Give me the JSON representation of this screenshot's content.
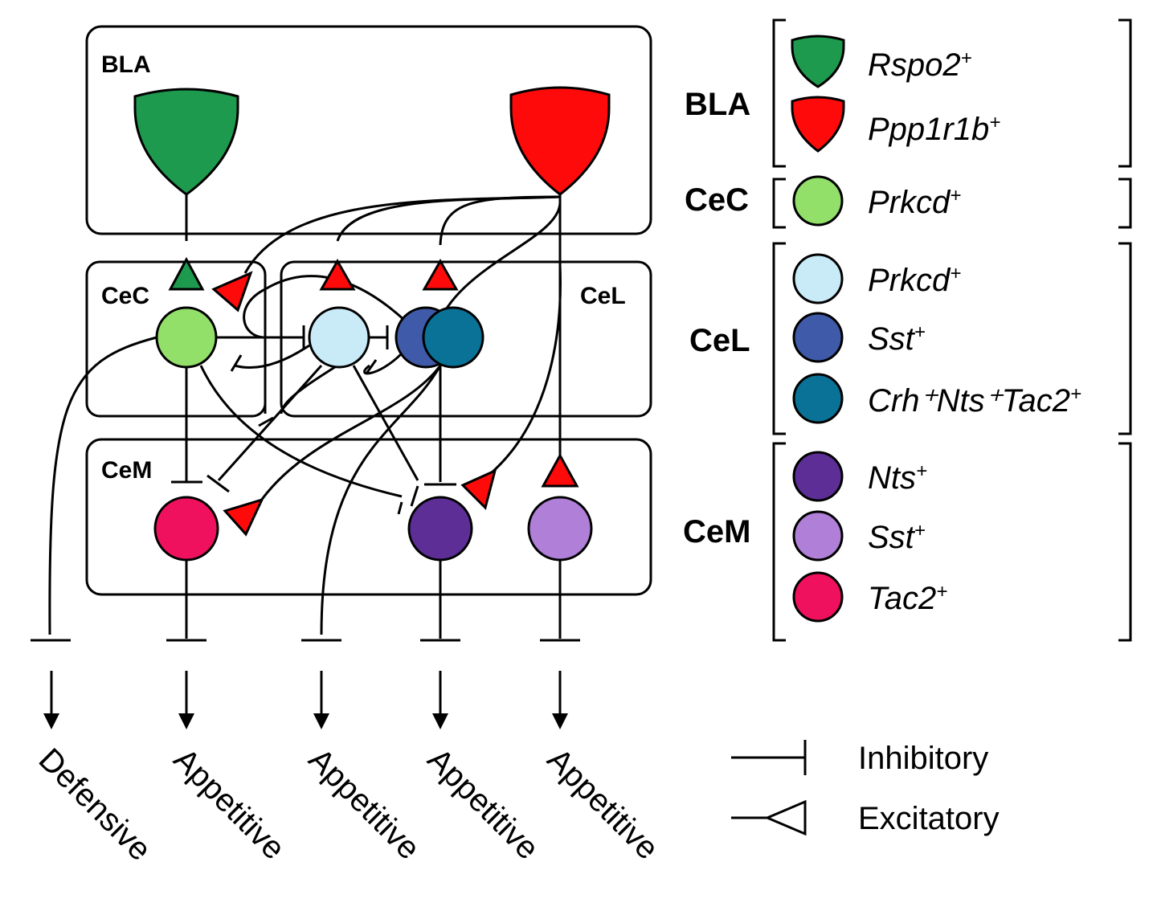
{
  "diagram": {
    "regions": {
      "bla": "BLA",
      "cec": "CeC",
      "cel": "CeL",
      "cem": "CeM"
    },
    "outputs": [
      "Defensive",
      "Appetitive",
      "Appetitive",
      "Appetitive",
      "Appetitive"
    ]
  },
  "legend": {
    "groups": [
      {
        "name": "BLA",
        "items": [
          {
            "label": "Rspo2",
            "sup": "+",
            "color": "#1e9a4e",
            "shape": "triangle"
          },
          {
            "label": "Ppp1r1b",
            "sup": "+",
            "color": "#ff0a0a",
            "shape": "triangle"
          }
        ]
      },
      {
        "name": "CeC",
        "items": [
          {
            "label": "Prkcd",
            "sup": "+",
            "color": "#92e06a",
            "shape": "circle"
          }
        ]
      },
      {
        "name": "CeL",
        "items": [
          {
            "label": "Prkcd",
            "sup": "+",
            "color": "#c9ebf7",
            "shape": "circle"
          },
          {
            "label": "Sst",
            "sup": "+",
            "color": "#3f5aa8",
            "shape": "circle"
          },
          {
            "label": "Crh⁺Nts⁺Tac2",
            "sup": "+",
            "color": "#0a7296",
            "shape": "circle"
          }
        ]
      },
      {
        "name": "CeM",
        "items": [
          {
            "label": "Nts",
            "sup": "+",
            "color": "#5c2e96",
            "shape": "circle"
          },
          {
            "label": "Sst",
            "sup": "+",
            "color": "#b07fd8",
            "shape": "circle"
          },
          {
            "label": "Tac2",
            "sup": "+",
            "color": "#f0115e",
            "shape": "circle"
          }
        ]
      }
    ],
    "key": {
      "inhibitory": "Inhibitory",
      "excitatory": "Excitatory"
    }
  },
  "colors": {
    "green_neuron": "#1e9a4e",
    "red_neuron": "#ff0a0a",
    "cec_prkcd": "#92e06a",
    "cel_prkcd": "#c9ebf7",
    "cel_sst": "#3f5aa8",
    "cel_crh": "#0a7296",
    "cem_nts": "#5c2e96",
    "cem_sst": "#b07fd8",
    "cem_tac2": "#f0115e"
  }
}
